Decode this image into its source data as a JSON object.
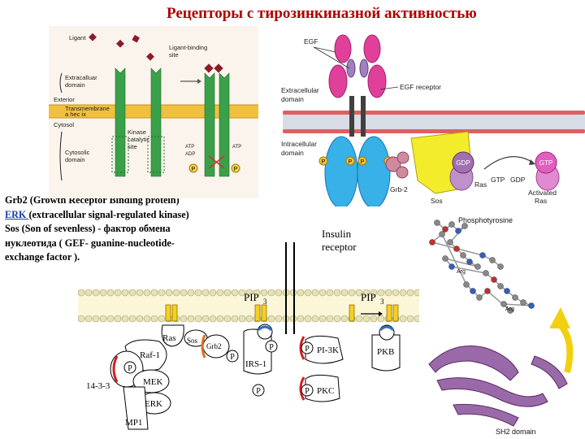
{
  "title": "Рецепторы с тирозинкиназной активностью",
  "notes": {
    "grb2": "Grb2 (Growth Receptor Binding protein)",
    "erk_link": "ERK ",
    "erk_rest": "(extracellular signal-regulated kinase)",
    "sos_line1": "Sos (Son of sevenless) - фактор обмена",
    "sos_line2": "нуклеотида ( GEF- guanine-nucleotide-",
    "sos_line3": "exchange factor )."
  },
  "panel1": {
    "ligand": "Ligant",
    "ligand_binding_site_1": "Ligant-binding",
    "ligand_binding_site_2": "site",
    "extracellular_1": "Extracalluar",
    "extracellular_2": "domain",
    "exterior": "Exterior",
    "transmembrane_1": "Transmembrane",
    "transmembrane_2": "a hec ix",
    "cytosol": "Cytosol",
    "cytosolic_1": "Cytosolic",
    "cytosolic_2": "domain",
    "kinase_1": "Kinase",
    "kinase_2": "catalytic",
    "kinase_3": "site",
    "atp": "ATP",
    "adp": "ADP",
    "p": "P"
  },
  "panel2": {
    "egf": "EGF",
    "egf_receptor": "EGF receptor",
    "extracellular_1": "Extracellular",
    "extracellular_2": "domain",
    "intracellular_1": "Intracellular",
    "intracellular_2": "domain",
    "grb2": "Grb-2",
    "sos": "Sos",
    "gdp": "GDP",
    "gtp": "GTP",
    "ras": "Ras",
    "activated_1": "Activated",
    "activated_2": "Ras",
    "p": "P"
  },
  "panel3": {
    "insulin_1": "Insulin",
    "insulin_2": "receptor",
    "pip3": "PIP",
    "pip3_sub": "3",
    "ras": "Ras",
    "sos": "Sos",
    "grb2": "Grb2",
    "raf1": "Raf-1",
    "mek": "MEK",
    "erk": "ERK",
    "mp1": "MP1",
    "p1433": "14-3-3",
    "irs1": "IRS-1",
    "pi3k": "PI-3K",
    "pkb": "PKB",
    "pkc": "PKC",
    "p": "P"
  },
  "panel4": {
    "phosphotyrosine": "Phosphotyrosine",
    "arg": "Arg",
    "sh2": "SH2 domain"
  }
}
